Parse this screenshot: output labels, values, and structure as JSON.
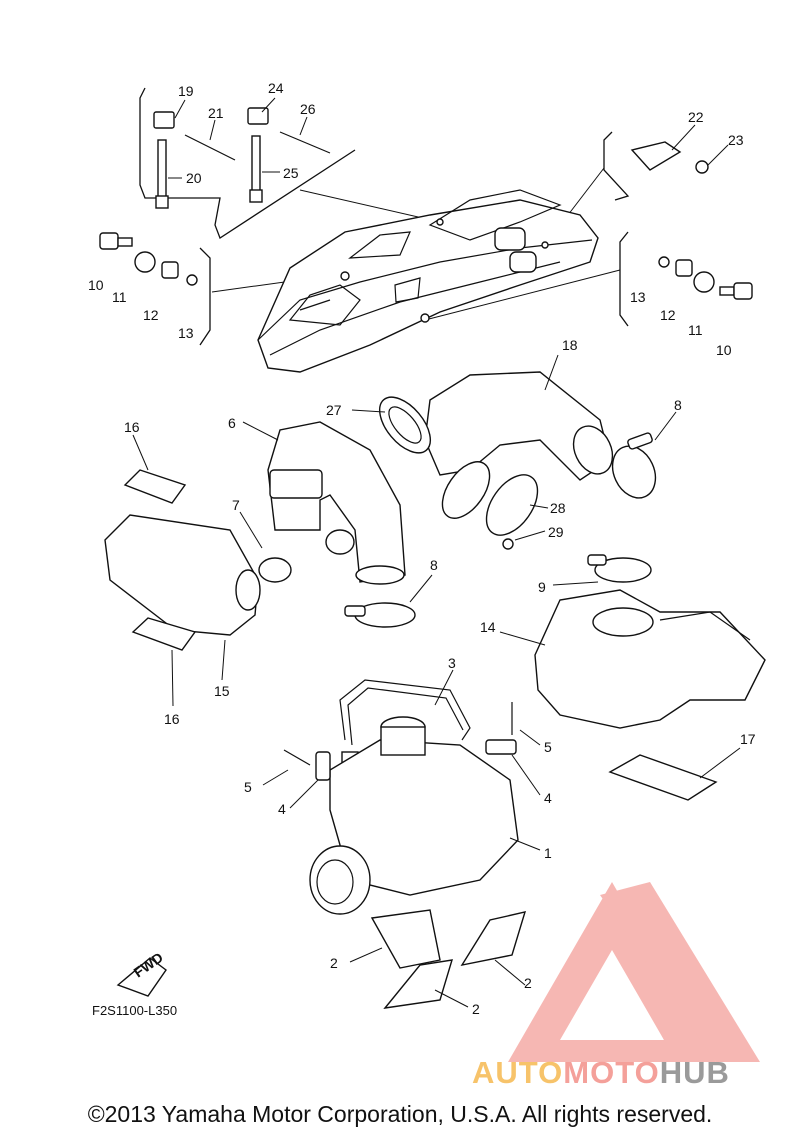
{
  "diagram": {
    "code": "F2S1100-L350",
    "fwd_badge": "FWD",
    "copyright": "©2013 Yamaha Motor Corporation, U.S.A. All rights reserved.",
    "watermark": {
      "part1": "AUTO",
      "part2": "MOTO",
      "part3": "HUB"
    },
    "colors": {
      "line": "#111111",
      "watermark_red": "#f4a09a",
      "watermark_yellow": "#f7c36a",
      "watermark_gray": "#9a9a9a"
    },
    "callouts": [
      {
        "n": "19"
      },
      {
        "n": "21"
      },
      {
        "n": "20"
      },
      {
        "n": "24"
      },
      {
        "n": "26"
      },
      {
        "n": "25"
      },
      {
        "n": "22"
      },
      {
        "n": "23"
      },
      {
        "n": "10"
      },
      {
        "n": "11"
      },
      {
        "n": "12"
      },
      {
        "n": "13"
      },
      {
        "n": "13"
      },
      {
        "n": "12"
      },
      {
        "n": "11"
      },
      {
        "n": "10"
      },
      {
        "n": "18"
      },
      {
        "n": "27"
      },
      {
        "n": "8"
      },
      {
        "n": "6"
      },
      {
        "n": "16"
      },
      {
        "n": "7"
      },
      {
        "n": "28"
      },
      {
        "n": "29"
      },
      {
        "n": "9"
      },
      {
        "n": "8"
      },
      {
        "n": "14"
      },
      {
        "n": "15"
      },
      {
        "n": "16"
      },
      {
        "n": "3"
      },
      {
        "n": "5"
      },
      {
        "n": "5"
      },
      {
        "n": "4"
      },
      {
        "n": "4"
      },
      {
        "n": "17"
      },
      {
        "n": "1"
      },
      {
        "n": "2"
      },
      {
        "n": "2"
      },
      {
        "n": "2"
      }
    ]
  }
}
